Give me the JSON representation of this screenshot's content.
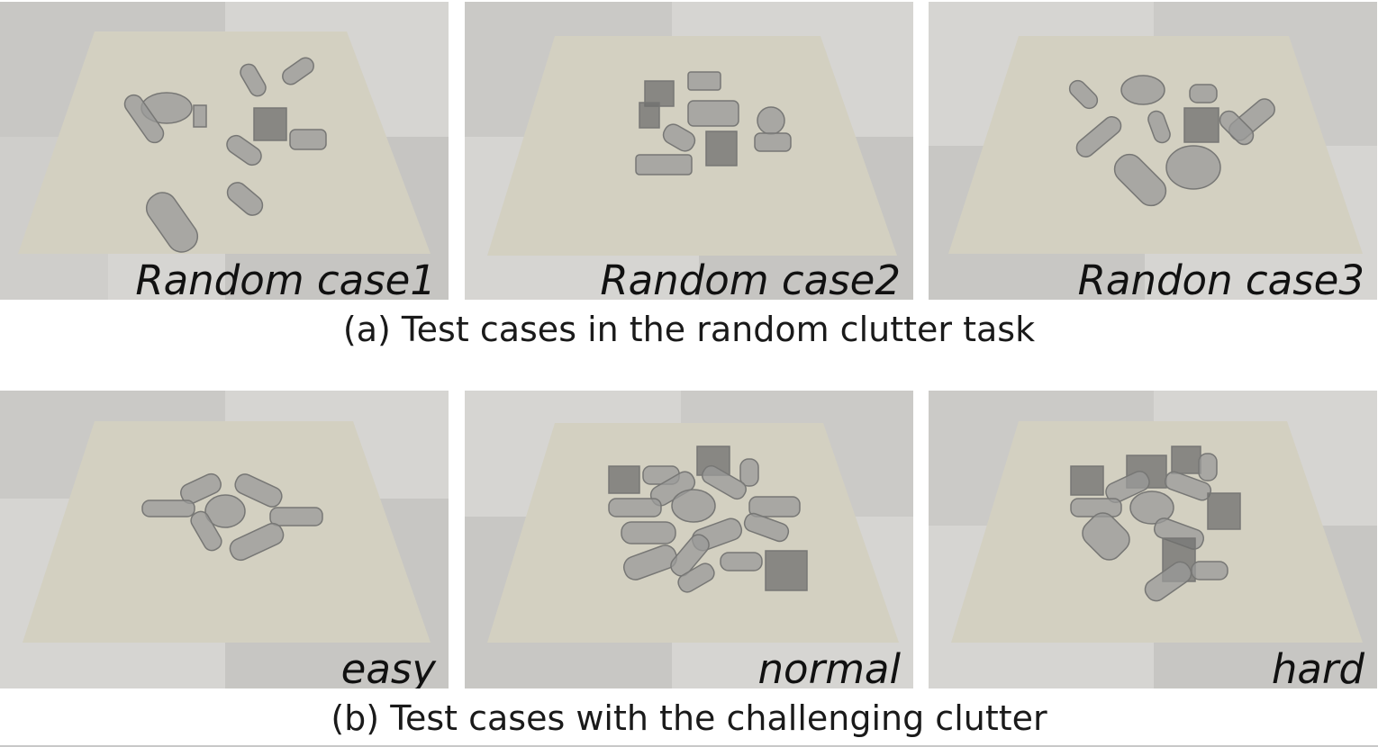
{
  "row_a": {
    "panels": [
      {
        "label": "Random case1"
      },
      {
        "label": "Random case2"
      },
      {
        "label": "Randon case3"
      }
    ],
    "caption": "(a) Test cases in the random clutter task"
  },
  "row_b": {
    "panels": [
      {
        "label": "easy"
      },
      {
        "label": "normal"
      },
      {
        "label": "hard"
      }
    ],
    "caption": "(b) Test cases with the challenging clutter"
  },
  "colors": {
    "floor_light": "#d6d5d2",
    "floor_dark": "#b9b8b5",
    "table": "#d3d0c1",
    "object_fill": "#9a9a98",
    "object_dark": "#6f6f6d",
    "object_stroke": "#777775"
  }
}
